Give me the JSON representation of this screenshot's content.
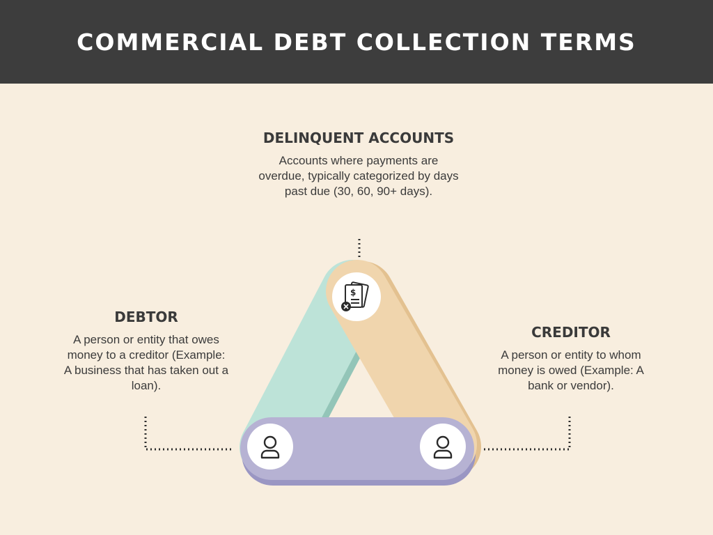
{
  "header": {
    "title": "COMMERCIAL DEBT COLLECTION TERMS"
  },
  "terms": [
    {
      "title": "DELINQUENT ACCOUNTS",
      "description": "Accounts where payments are overdue, typically categorized by days past due (30, 60, 90+ days).",
      "icon": "invoice-overdue-icon"
    },
    {
      "title": "DEBTOR",
      "description": "A person or entity that owes money to a creditor (Example: A business that has taken out a loan).",
      "icon": "person-icon"
    },
    {
      "title": "CREDITOR",
      "description": "A person or entity to whom money is owed (Example: A bank or vendor).",
      "icon": "person-icon"
    }
  ],
  "colors": {
    "header_bg": "#3d3d3d",
    "background": "#f8eedf",
    "debtor_band": "#bde3d8",
    "delinquent_band": "#f0d5ad",
    "creditor_band": "#b6b2d3"
  }
}
